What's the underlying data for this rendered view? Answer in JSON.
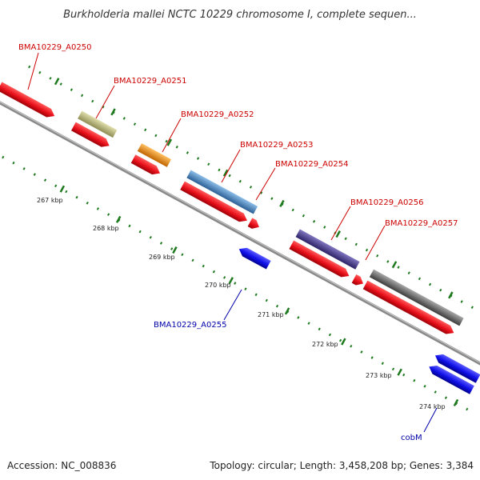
{
  "title": "Burkholderia mallei NCTC 10229 chromosome I, complete sequen...",
  "footer": {
    "accession": "Accession: NC_008836",
    "stats": "Topology: circular; Length: 3,458,208 bp; Genes: 3,384"
  },
  "ticks": [
    "267 kbp",
    "268 kbp",
    "269 kbp",
    "270 kbp",
    "271 kbp",
    "272 kbp",
    "273 kbp",
    "274 kbp"
  ],
  "genes": [
    {
      "label": "BMA10229_A0250",
      "label_color": "red"
    },
    {
      "label": "BMA10229_A0251",
      "label_color": "red"
    },
    {
      "label": "BMA10229_A0252",
      "label_color": "red"
    },
    {
      "label": "BMA10229_A0253",
      "label_color": "red"
    },
    {
      "label": "BMA10229_A0254",
      "label_color": "red"
    },
    {
      "label": "BMA10229_A0255",
      "label_color": "blue"
    },
    {
      "label": "BMA10229_A0256",
      "label_color": "red"
    },
    {
      "label": "BMA10229_A0257",
      "label_color": "red"
    },
    {
      "label": "cobM",
      "label_color": "blue"
    }
  ],
  "colors": {
    "cds_red": "#e8101a",
    "cds_blue": "#1010e8",
    "cog_khaki": "#bdbb7a",
    "cog_orange": "#f28c10",
    "cog_steel": "#4a86c0",
    "cog_indigo": "#4b3f8e",
    "cog_gray": "#6a6a6a",
    "backbone": "#8a8a8a",
    "ticks": "#1f7a1f"
  }
}
